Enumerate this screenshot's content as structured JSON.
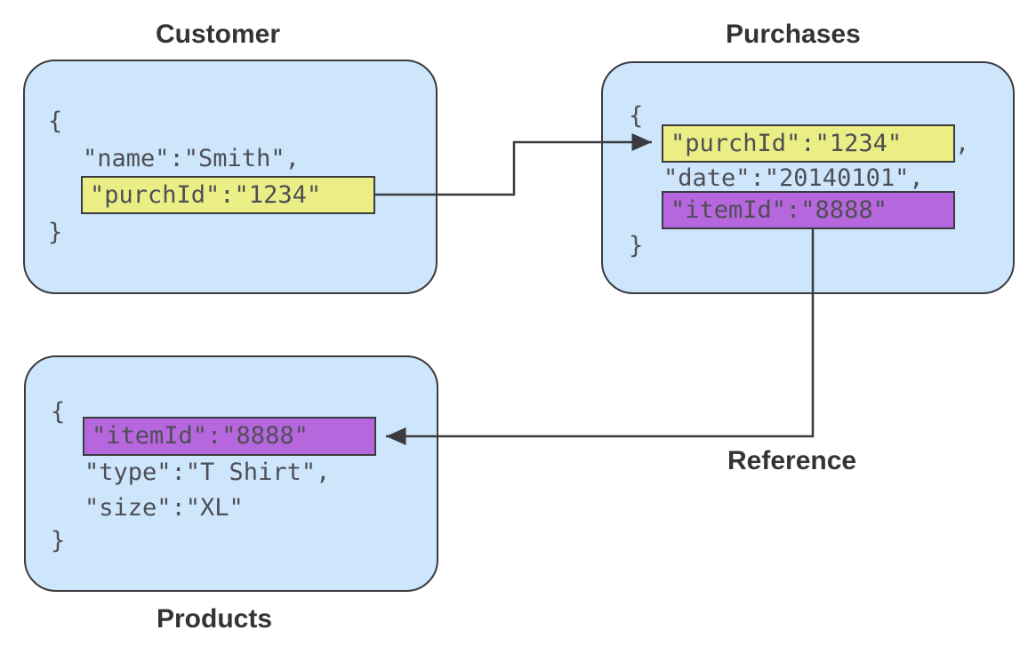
{
  "diagram": {
    "title_customer": "Customer",
    "title_purchases": "Purchases",
    "title_products": "Products",
    "label_reference": "Reference",
    "colors": {
      "card_fill": "#cde6fb",
      "card_stroke": "#3a3a3f",
      "highlight_yellow": "#eaee85",
      "highlight_purple": "#b767dd",
      "text": "#4e4e55",
      "title_text": "#343437",
      "edge": "#3a3a3f",
      "background": "#ffffff"
    }
  },
  "customer": {
    "open_brace": "{",
    "close_brace": "}",
    "line_name": "\"name\":\"Smith\",",
    "line_purchid": "\"purchId\":\"1234\""
  },
  "purchases": {
    "open_brace": "{",
    "close_brace": "}",
    "line_purchid": "\"purchId\":\"1234\"",
    "comma_after_purchid": ",",
    "line_date": "\"date\":\"20140101\",",
    "line_itemid": "\"itemId\":\"8888\""
  },
  "products": {
    "open_brace": "{",
    "close_brace": "}",
    "line_itemid": "\"itemId\":\"8888\"",
    "line_type": "\"type\":\"T Shirt\",",
    "line_size": "\"size\":\"XL\""
  }
}
